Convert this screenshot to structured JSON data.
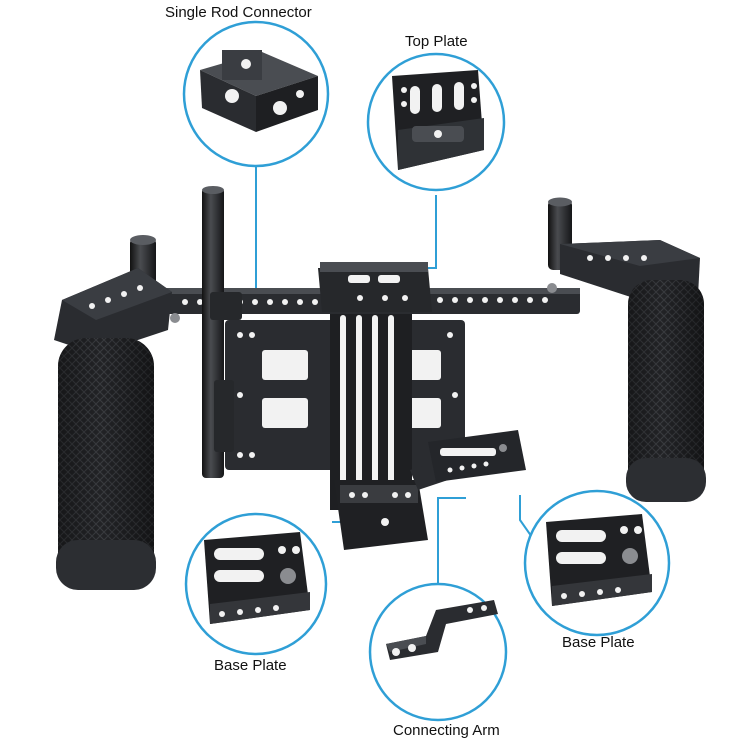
{
  "callouts": {
    "single_rod_connector": "Single Rod Connector",
    "top_plate": "Top Plate",
    "base_plate_left": "Base Plate",
    "base_plate_right": "Base Plate",
    "connecting_arm": "Connecting Arm"
  },
  "colors": {
    "callout_ring": "#2f9fd6",
    "leader_line": "#2f9fd6",
    "metal_dark": "#1e1f22",
    "metal_mid": "#34363a",
    "metal_light": "#55585d",
    "grip_rubber": "#222326",
    "hole": "#f2f2f2"
  }
}
